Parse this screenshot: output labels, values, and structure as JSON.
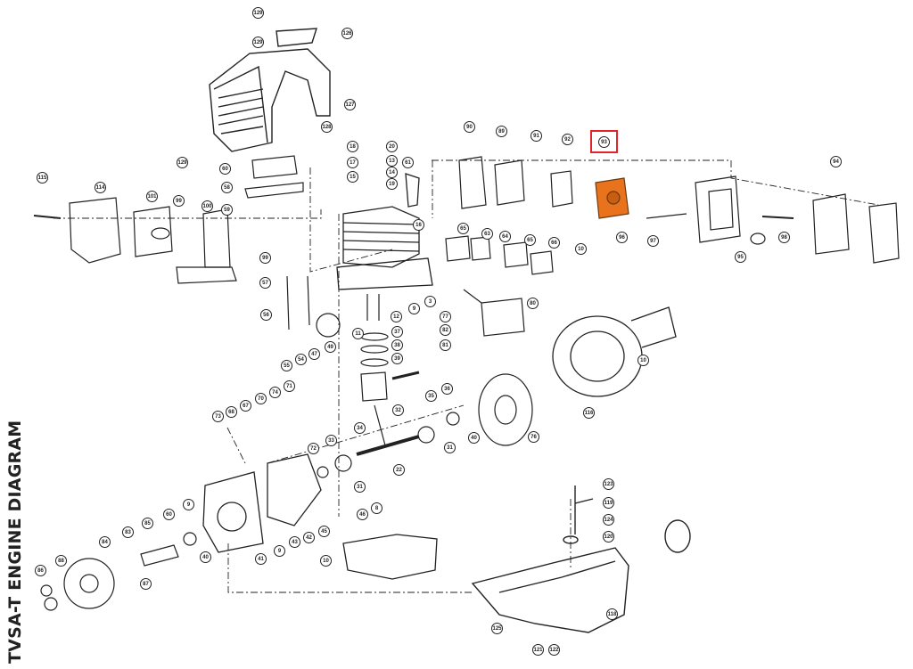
{
  "title": "TVSA-T ENGINE DIAGRAM",
  "highlighted_part": "93",
  "colors": {
    "highlight": "#e0242a",
    "carburetor": "#e8731c",
    "line": "#222222"
  },
  "callouts": [
    "129",
    "126",
    "129",
    "127",
    "128",
    "129",
    "60",
    "58",
    "59",
    "18",
    "17",
    "15",
    "20",
    "13",
    "14",
    "19",
    "61",
    "16",
    "115",
    "114",
    "101",
    "99",
    "100",
    "99",
    "90",
    "89",
    "91",
    "92",
    "93",
    "94",
    "96",
    "97",
    "98",
    "95",
    "65",
    "63",
    "64",
    "65",
    "66",
    "10",
    "57",
    "56",
    "55",
    "54",
    "47",
    "49",
    "3",
    "9",
    "12",
    "11",
    "37",
    "38",
    "39",
    "77",
    "80",
    "82",
    "81",
    "36",
    "35",
    "34",
    "32",
    "31",
    "40",
    "76",
    "10",
    "116",
    "71",
    "74",
    "70",
    "67",
    "68",
    "73",
    "72",
    "33",
    "22",
    "31",
    "9",
    "60",
    "85",
    "83",
    "84",
    "88",
    "86",
    "87",
    "40",
    "41",
    "9",
    "43",
    "42",
    "45",
    "46",
    "8",
    "10",
    "123",
    "119",
    "124",
    "120",
    "118",
    "125",
    "121",
    "122"
  ]
}
